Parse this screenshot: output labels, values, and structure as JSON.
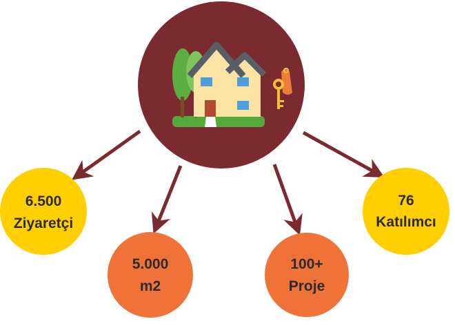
{
  "colors": {
    "hub": "#7b2a30",
    "arrow": "#7b2a30",
    "yellow_node": "#ffcf00",
    "orange_node": "#ef7338",
    "text": "#2b2b2b"
  },
  "hub": {
    "icon": "house-with-key-icon"
  },
  "stats": [
    {
      "value": "6.500",
      "label": "Ziyaretçi",
      "color": "yellow"
    },
    {
      "value": "5.000",
      "label": "m2",
      "color": "orange"
    },
    {
      "value": "100+",
      "label": "Proje",
      "color": "orange"
    },
    {
      "value": "76",
      "label": "Katılımcı",
      "color": "yellow"
    }
  ]
}
